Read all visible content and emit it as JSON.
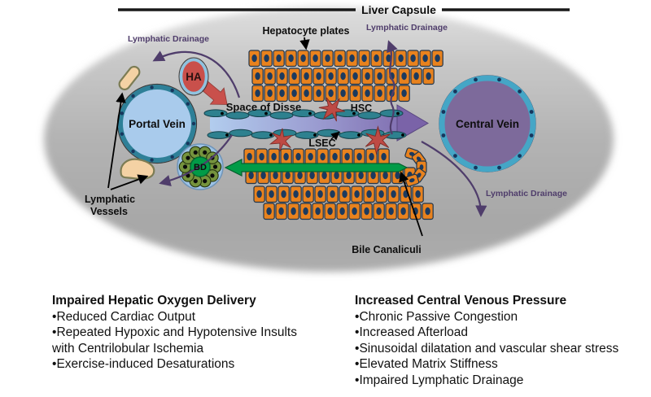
{
  "diagram": {
    "title": "Liver Capsule",
    "labels": {
      "lymphatic_drainage_left": "Lymphatic Drainage",
      "lymphatic_drainage_top": "Lymphatic Drainage",
      "lymphatic_drainage_bottom_right": "Lymphatic Drainage",
      "hepatocyte_plates": "Hepatocyte plates",
      "hepatic_artery": "HA",
      "portal_vein": "Portal Vein",
      "space_of_disse": "Space of Disse",
      "hepatic_stellate_cell": "HSC",
      "sinusoidal_endothelial_cell": "LSEC",
      "central_vein": "Central Vein",
      "bile_duct": "BD",
      "lymphatic_vessels_line1": "Lymphatic",
      "lymphatic_vessels_line2": "Vessels",
      "bile_canaliculi": "Bile Canaliculi"
    },
    "colors": {
      "hepatocyte_fill": "#E8821E",
      "hepatocyte_nucleus": "#1C3A5E",
      "endothelium": "#2E818F",
      "stellate_red": "#BE4A44",
      "sinusoid_start": "#B2CDEE",
      "sinusoid_mid": "#9A9BD0",
      "sinusoid_end": "#7A63A8",
      "portal_vein_fill": "#A9CBEC",
      "portal_vein_ring": "#2E8098",
      "central_vein_fill": "#7D6A9B",
      "central_vein_ring": "#45A6C6",
      "artery_red": "#C9504B",
      "artery_ring": "#8FC3E0",
      "bile_green": "#019B47",
      "bile_duct_cell": "#75933D",
      "bile_duct_outline": "#9DC3E6",
      "lymph_vessel": "#F4D2A4",
      "lymph_purple": "#4F3D6B"
    }
  },
  "panels": {
    "left": {
      "title": "Impaired Hepatic Oxygen Delivery",
      "bullets": [
        "Reduced Cardiac Output",
        "Repeated Hypoxic and Hypotensive Insults with Centrilobular Ischemia",
        "Exercise-induced Desaturations"
      ]
    },
    "right": {
      "title": "Increased Central Venous Pressure",
      "bullets": [
        "Chronic Passive Congestion",
        "Increased Afterload",
        "Sinusoidal dilatation and vascular shear stress",
        "Elevated Matrix Stiffness",
        "Impaired Lymphatic Drainage"
      ]
    }
  }
}
